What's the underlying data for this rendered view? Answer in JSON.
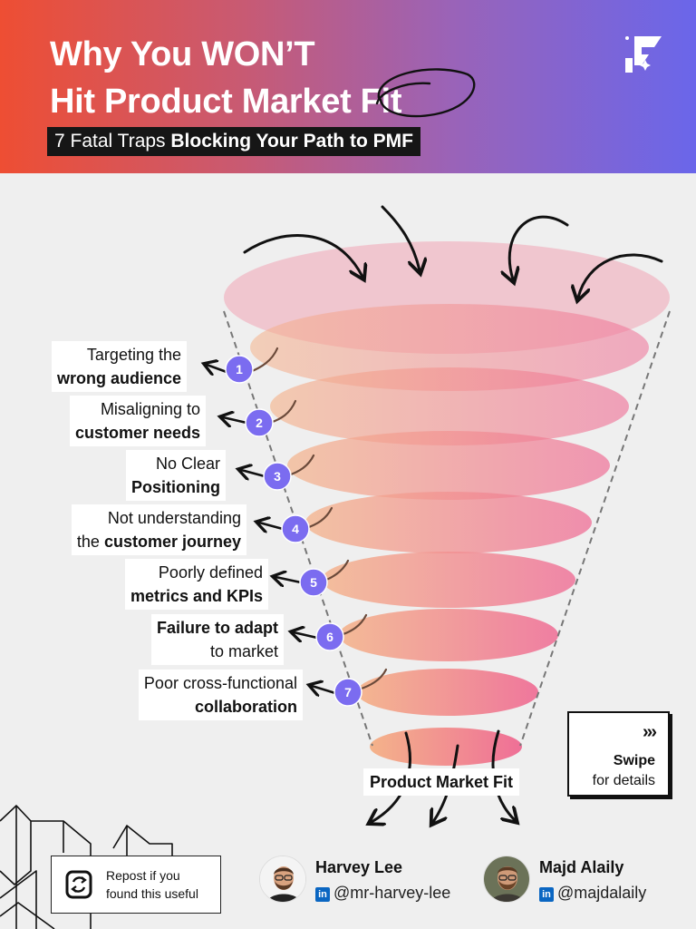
{
  "header": {
    "title_line1": "Why You WON’T",
    "title_line2": "Hit Product Market Fit",
    "subtitle_plain": "7 Fatal Traps ",
    "subtitle_bold": "Blocking Your Path to PMF"
  },
  "traps": [
    {
      "num": "1",
      "line1": "Targeting the",
      "line2": "wrong audience",
      "bold": "line2"
    },
    {
      "num": "2",
      "line1": "Misaligning to",
      "line2": "customer needs",
      "bold": "line2"
    },
    {
      "num": "3",
      "line1": "No Clear",
      "line2": "Positioning",
      "bold": "line2"
    },
    {
      "num": "4",
      "line1": "Not understanding",
      "line2_prefix": "the ",
      "line2": "customer journey",
      "bold": "line2"
    },
    {
      "num": "5",
      "line1": "Poorly defined",
      "line2": "metrics and KPIs",
      "bold": "line2"
    },
    {
      "num": "6",
      "line1": "Failure to adapt",
      "line2": "to market",
      "bold": "line1"
    },
    {
      "num": "7",
      "line1": "Poor cross-functional",
      "line2": "collaboration",
      "bold": "line2"
    }
  ],
  "funnel_output": "Product Market Fit",
  "swipe": {
    "arrows": "›››",
    "line1": "Swipe",
    "line2": "for details"
  },
  "repost": {
    "line1": "Repost if you",
    "line2": "found this useful"
  },
  "authors": [
    {
      "name": "Harvey Lee",
      "handle": "@mr-harvey-lee"
    },
    {
      "name": "Majd Alaily",
      "handle": "@majdalaily"
    }
  ],
  "colors": {
    "accent_start": "#ee4e33",
    "accent_end": "#6a66ea",
    "badge": "#7b6cf0",
    "funnel_top": "#f0b3c3",
    "funnel_bottom": "#f2708a"
  }
}
